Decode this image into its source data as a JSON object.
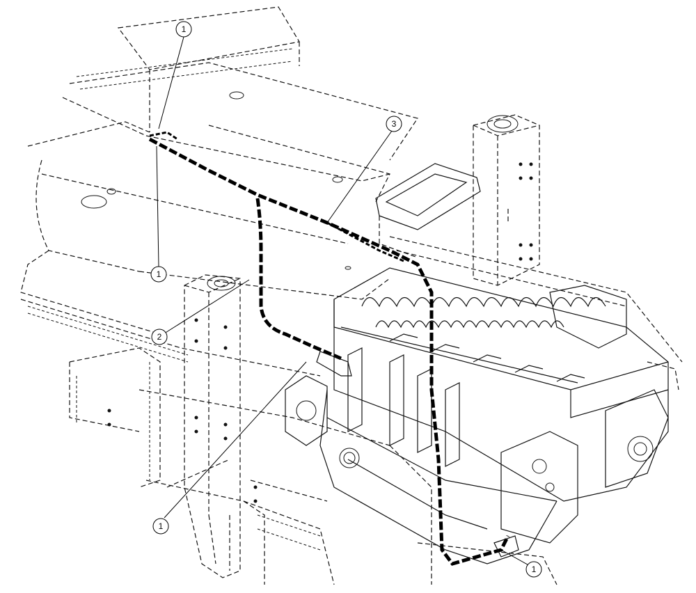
{
  "callouts": [
    {
      "id": "c1",
      "label": "1"
    },
    {
      "id": "c2",
      "label": "1"
    },
    {
      "id": "c3",
      "label": "2"
    },
    {
      "id": "c4",
      "label": "3"
    },
    {
      "id": "c5",
      "label": "1"
    },
    {
      "id": "c6",
      "label": "1"
    }
  ],
  "colors": {
    "line": "#111111",
    "background": "#ffffff"
  }
}
